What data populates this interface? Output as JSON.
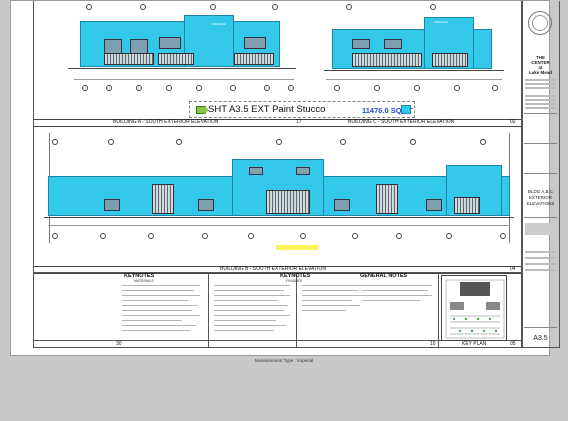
{
  "callout": {
    "name": "SHT A3.5 EXT Paint Stucco",
    "quantity": "11476.0 SQ FT",
    "icon": "arrow-tag-icon",
    "swatch_color": "#33c7ea"
  },
  "elevations": {
    "a_title": "BUILDING A - SOUTH EXTERIOR ELEVATION",
    "c_title": "BUILDING C - SOUTH EXTERIOR ELEVATION",
    "b_title": "BUILDING B - SOUTH EXTERIOR ELEVATION",
    "a_num": "17",
    "c_num": "02",
    "b_num": "04",
    "signage_1": "SIGNAGE",
    "signage_2": "SIGNAGE"
  },
  "panels": {
    "keynotes_1": "KEYNOTES",
    "keynotes_1_sub": "MATERIALS",
    "keynotes_2": "KEYNOTES",
    "keynotes_2_sub": "FINISHES",
    "general_notes": "GENERAL NOTES",
    "key_plan": "KEY PLAN",
    "num_30": "30",
    "num_10": "10",
    "num_05": "05"
  },
  "title_block": {
    "project_line1": "THE",
    "project_line2": "CENTER",
    "project_line3": "at",
    "project_line4": "Lake Mead",
    "sheet_title1": "BLDG A,B,C",
    "sheet_title2": "EXTERIOR",
    "sheet_title3": "ELEVATIONS",
    "sheet_number": "A3.5"
  },
  "footer": "Measurement Type : Imperial"
}
